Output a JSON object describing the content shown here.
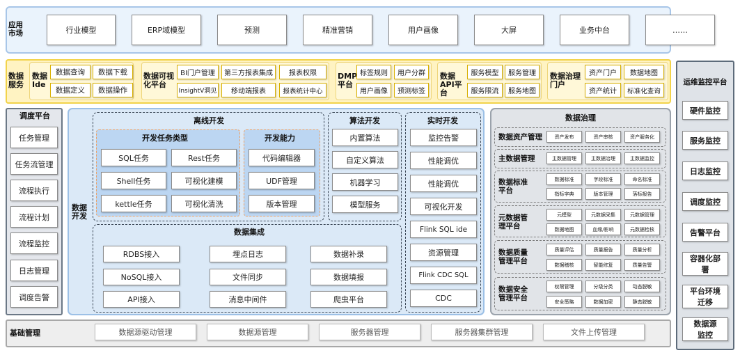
{
  "market": {
    "label": "应用市场",
    "items": [
      "行业模型",
      "ERP域模型",
      "预测",
      "精准营销",
      "用户画像",
      "大屏",
      "业务中台",
      "……"
    ]
  },
  "service": {
    "label": "数据服务",
    "ide": {
      "label": "数据Ide",
      "items": [
        "数据查询",
        "数据下载",
        "数据定义",
        "数据操作"
      ]
    },
    "bi": {
      "label": "数据可视化平台",
      "items": [
        "BI门户管理",
        "第三方报表集成",
        "报表权限",
        "InsightV洞见",
        "移动端报表",
        "报表统计中心"
      ]
    },
    "dmp": {
      "label": "DMP平台",
      "items": [
        "标签规则",
        "用户分群",
        "用户画像",
        "预测标签"
      ]
    },
    "api": {
      "label": "数据API平台",
      "items": [
        "服务模型",
        "服务管理",
        "服务限流",
        "服务地图"
      ]
    },
    "gov": {
      "label": "数据治理门户",
      "items": [
        "资产门户",
        "数据地图",
        "资产统计",
        "标准化查询"
      ]
    }
  },
  "ops": {
    "label": "运维监控平台",
    "items": [
      "硬件监控",
      "服务监控",
      "日志监控",
      "调度监控",
      "告警平台",
      "容器化部署",
      "平台环境迁移",
      "数据源监控"
    ]
  },
  "schedule": {
    "label": "调度平台",
    "items": [
      "任务管理",
      "任务流管理",
      "流程执行",
      "流程计划",
      "流程监控",
      "日志管理",
      "调度告警"
    ]
  },
  "dev": {
    "label": "数据开发",
    "offline": {
      "label": "离线开发",
      "types": {
        "label": "开发任务类型",
        "items": [
          "SQL任务",
          "Rest任务",
          "Shell任务",
          "可视化建模",
          "kettle任务",
          "可视化清洗"
        ]
      },
      "ability": {
        "label": "开发能力",
        "items": [
          "代码编辑器",
          "UDF管理",
          "版本管理"
        ]
      }
    },
    "algo": {
      "label": "算法开发",
      "items": [
        "内置算法",
        "自定义算法",
        "机器学习",
        "模型服务"
      ]
    },
    "realtime": {
      "label": "实时开发",
      "items": [
        "监控告警",
        "性能调优",
        "性能调优",
        "可视化开发",
        "Flink SQL ide",
        "资源管理",
        "Flink CDC SQL",
        "CDC"
      ]
    },
    "integ": {
      "label": "数据集成",
      "items": [
        "RDBS接入",
        "埋点日志",
        "数据补录",
        "NoSQL接入",
        "文件同步",
        "数据填报",
        "API接入",
        "消息中间件",
        "爬虫平台"
      ]
    }
  },
  "governance": {
    "label": "数据治理",
    "groups": [
      {
        "label": "数据资产管理",
        "items": [
          "资产发布",
          "资产审核",
          "资产服务化"
        ]
      },
      {
        "label": "主数据管理",
        "items": [
          "主数据管理",
          "主数据治理",
          "主数据监控"
        ]
      },
      {
        "label": "数据标准平台",
        "items": [
          "数据标准",
          "字段标准",
          "命名标准",
          "指标字典",
          "版本管理",
          "落标报告"
        ]
      },
      {
        "label": "元数据管理平台",
        "items": [
          "元模型",
          "元数据采集",
          "元数据管理",
          "数据地图",
          "血缘/影响",
          "元数据检核"
        ]
      },
      {
        "label": "数据质量管理平台",
        "items": [
          "质量评估",
          "质量报告",
          "质量分析",
          "数据稽核",
          "智能修复",
          "质量告警"
        ]
      },
      {
        "label": "数据安全管理平台",
        "items": [
          "权限管理",
          "分级分类",
          "动态脱敏",
          "安全策略",
          "数据加密",
          "静态脱敏"
        ]
      }
    ]
  },
  "base": {
    "label": "基础管理",
    "items": [
      "数据源驱动管理",
      "数据源管理",
      "服务器管理",
      "服务器集群管理",
      "文件上传管理"
    ]
  }
}
